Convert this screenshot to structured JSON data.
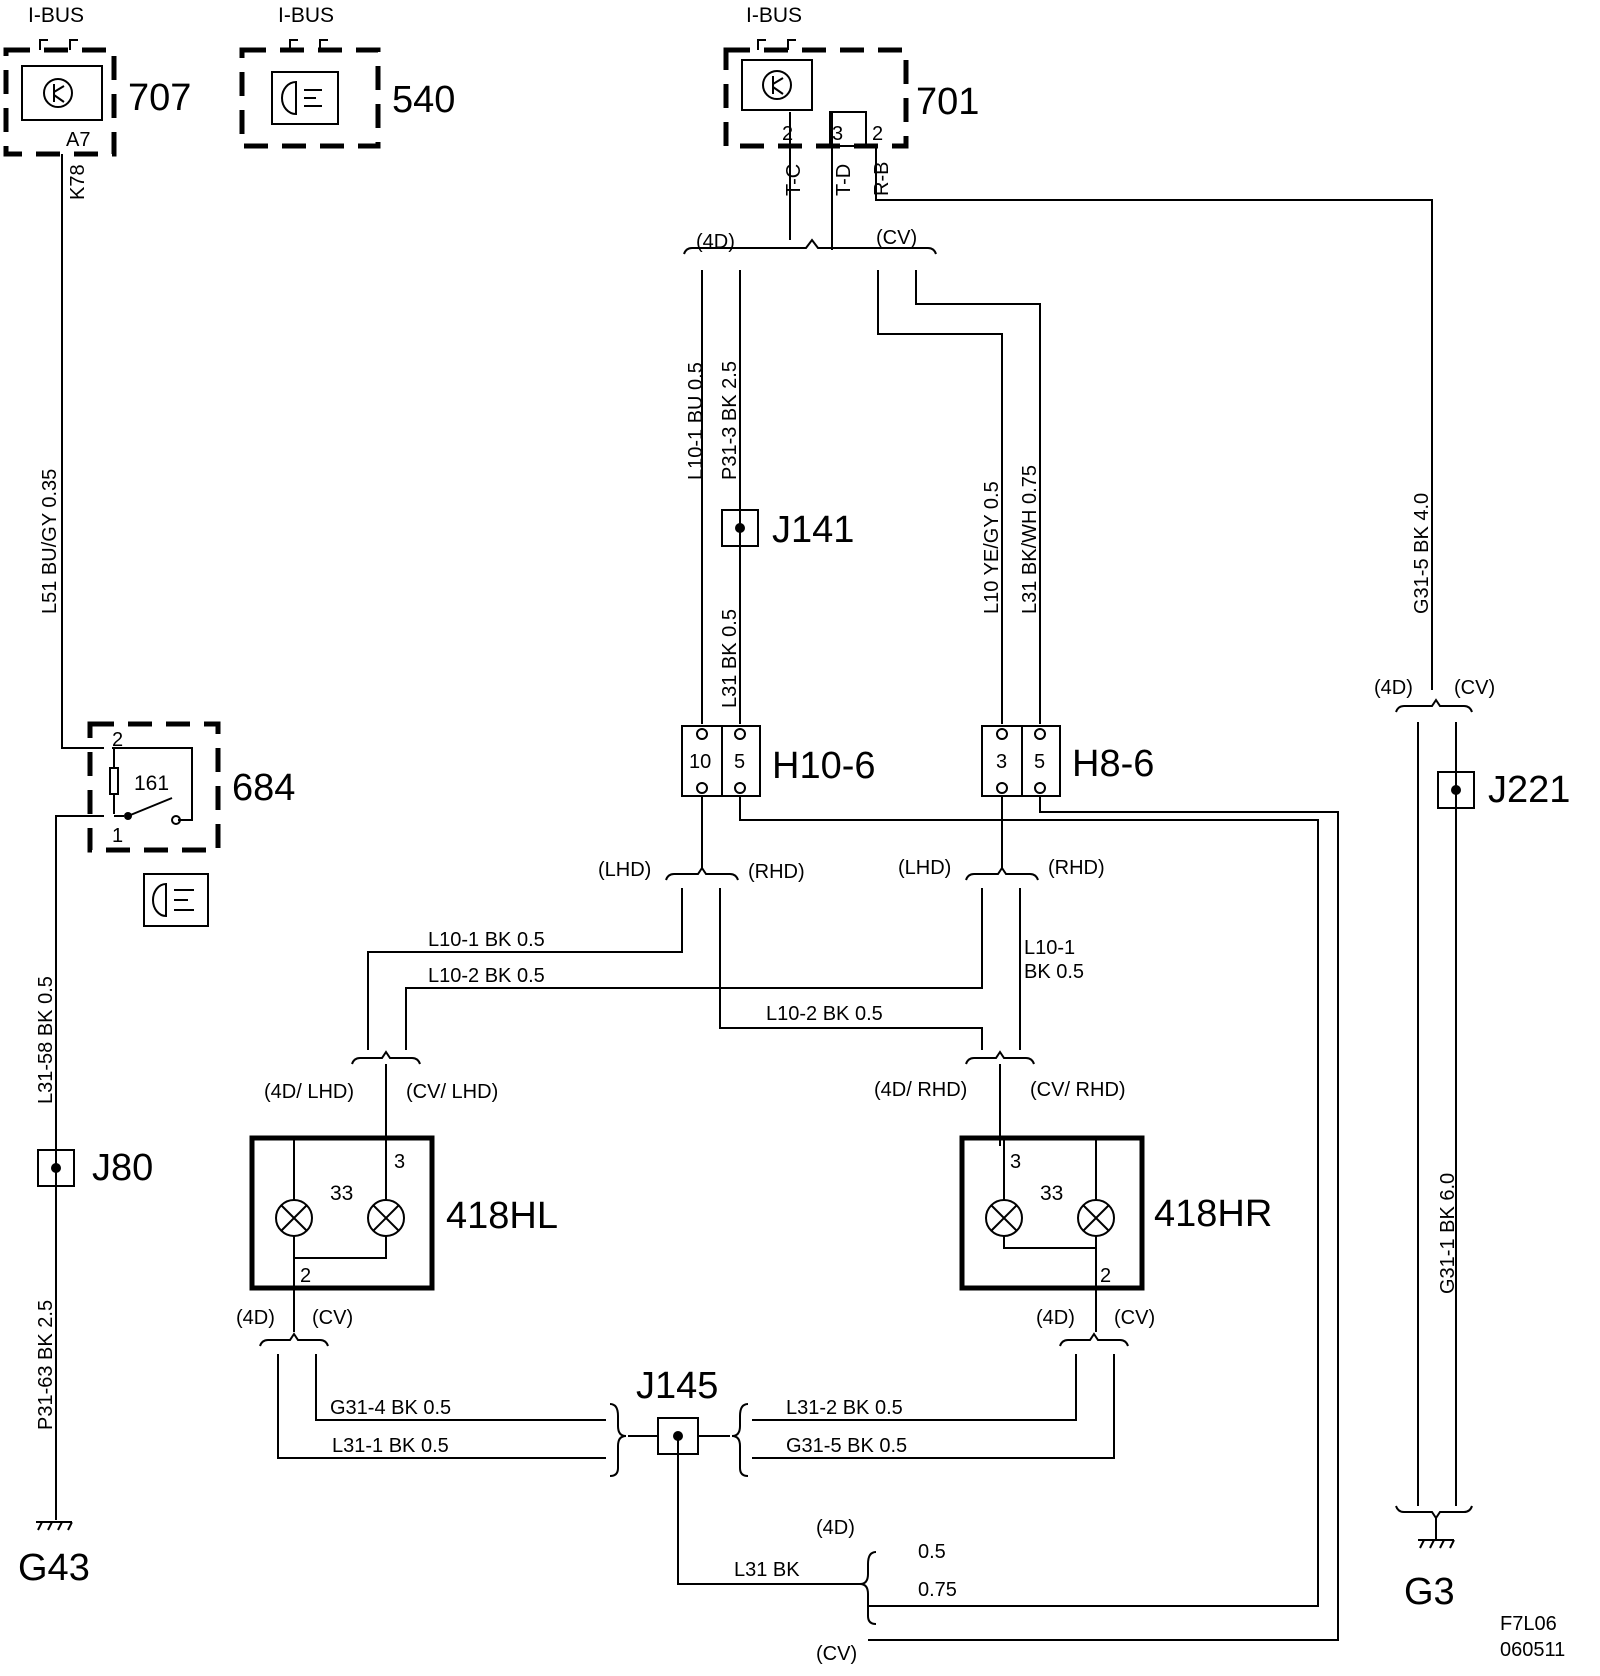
{
  "labels": {
    "ibus_707": "I-BUS",
    "ibus_540": "I-BUS",
    "ibus_701": "I-BUS",
    "id_707": "707",
    "id_540": "540",
    "id_701": "701",
    "id_684": "684",
    "id_161": "161",
    "id_j141": "J141",
    "id_j221": "J221",
    "id_j80": "J80",
    "id_j145": "J145",
    "id_h10_6": "H10-6",
    "id_h8_6": "H8-6",
    "id_418hl": "418HL",
    "id_418hr": "418HR",
    "id_g43": "G43",
    "id_g3": "G3",
    "id_33_left": "33",
    "id_33_right": "33",
    "footer_code": "F7L06",
    "footer_date": "060511"
  },
  "pins": {
    "p707_a7": "A7",
    "p701_2a": "2",
    "p701_3": "3",
    "p701_2b": "2",
    "p684_2": "2",
    "p684_1": "1",
    "h10_10": "10",
    "h10_5": "5",
    "h8_3": "3",
    "h8_5": "5",
    "hl_3": "3",
    "hl_2": "2",
    "hr_3": "3",
    "hr_2": "2"
  },
  "wires": {
    "k78": "K78",
    "tc": "T-C",
    "td": "T-D",
    "rb": "R-B",
    "l51": "L51 BU/GY  0.35",
    "l10_1_bu": "L10-1 BU 0.5",
    "p31_3": "P31-3  BK  2.5",
    "l31_bk_05": "L31  BK  0.5",
    "l10_ye": "L10  YE/GY  0.5",
    "l31_bkwh": "L31  BK/WH  0.75",
    "g31_5_40": "G31-5  BK  4.0",
    "l31_58": "L31-58  BK  0.5",
    "p31_63": "P31-63  BK  2.5",
    "l10_1_left": "L10-1  BK   0.5",
    "l10_2_left": "L10-2  BK   0.5",
    "l10_2_mid": "L10-2   BK    0.5",
    "l10_1_right_a": "L10-1",
    "l10_1_right_b": "BK 0.5",
    "g31_4": "G31-4  BK  0.5",
    "l31_1": "L31-1  BK  0.5",
    "l31_2": "L31-2  BK  0.5",
    "g31_5_05": "G31-5  BK  0.5",
    "g31_1": "G31-1  BK  6.0",
    "l31_bottom": "L31   BK",
    "size_05": "0.5",
    "size_075": "0.75"
  },
  "variants": {
    "v_4d_top": "(4D)",
    "v_cv_top": "(CV)",
    "v_4d_g31": "(4D)",
    "v_cv_g31": "(CV)",
    "v_lhd_h10": "(LHD)",
    "v_rhd_h10": "(RHD)",
    "v_lhd_h8": "(LHD)",
    "v_rhd_h8": "(RHD)",
    "v_4dlhd": "(4D/ LHD)",
    "v_cvlhd": "(CV/ LHD)",
    "v_4drhd": "(4D/ RHD)",
    "v_cvrhd": "(CV/ RHD)",
    "v_4d_hl": "(4D)",
    "v_cv_hl": "(CV)",
    "v_4d_hr": "(4D)",
    "v_cv_hr": "(CV)",
    "v_4d_bottom": "(4D)",
    "v_cv_bottom": "(CV)"
  }
}
